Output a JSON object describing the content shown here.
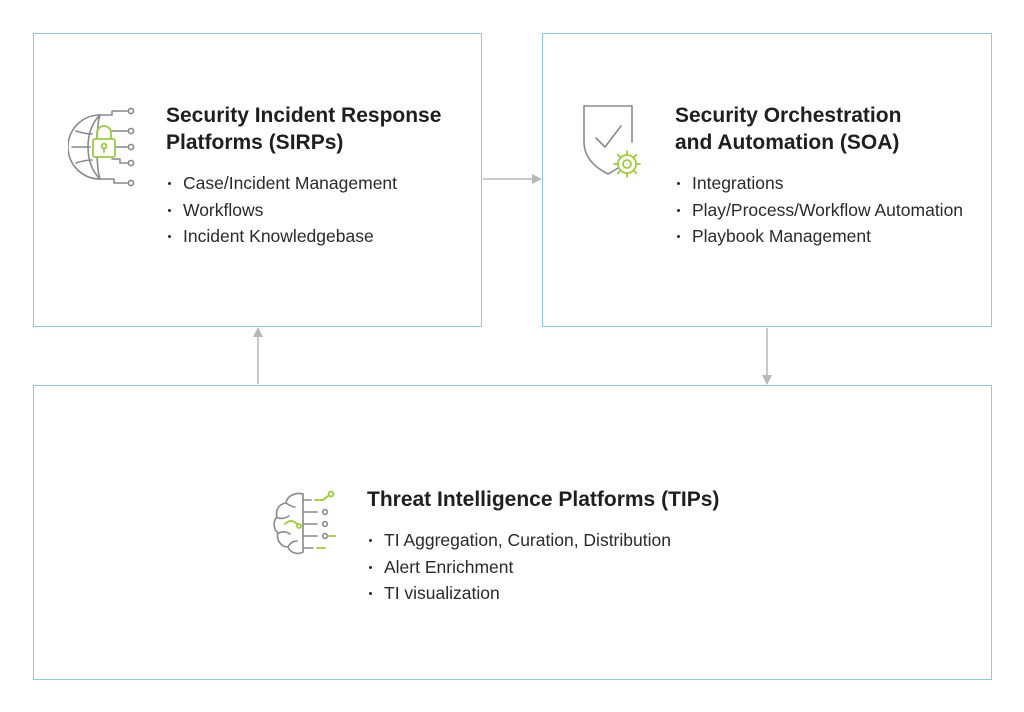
{
  "colors": {
    "border": "#8ccbe0",
    "arrow": "#b8b8b8",
    "icon_gray": "#8a8a8a",
    "icon_accent": "#9ccc3a"
  },
  "sirp": {
    "icon": "globe-lock-icon",
    "title_line1": "Security Incident Response",
    "title_line2": "Platforms (SIRPs)",
    "items": [
      "Case/Incident Management",
      "Workflows",
      "Incident Knowledgebase"
    ]
  },
  "soa": {
    "icon": "shield-gear-icon",
    "title_line1": "Security Orchestration",
    "title_line2": "and Automation (SOA)",
    "items": [
      "Integrations",
      "Play/Process/Workflow Automation",
      "Playbook Management"
    ]
  },
  "tip": {
    "icon": "brain-circuit-icon",
    "title_line1": "Threat Intelligence Platforms (TIPs)",
    "items": [
      "TI Aggregation, Curation, Distribution",
      "Alert Enrichment",
      "TI visualization"
    ]
  }
}
